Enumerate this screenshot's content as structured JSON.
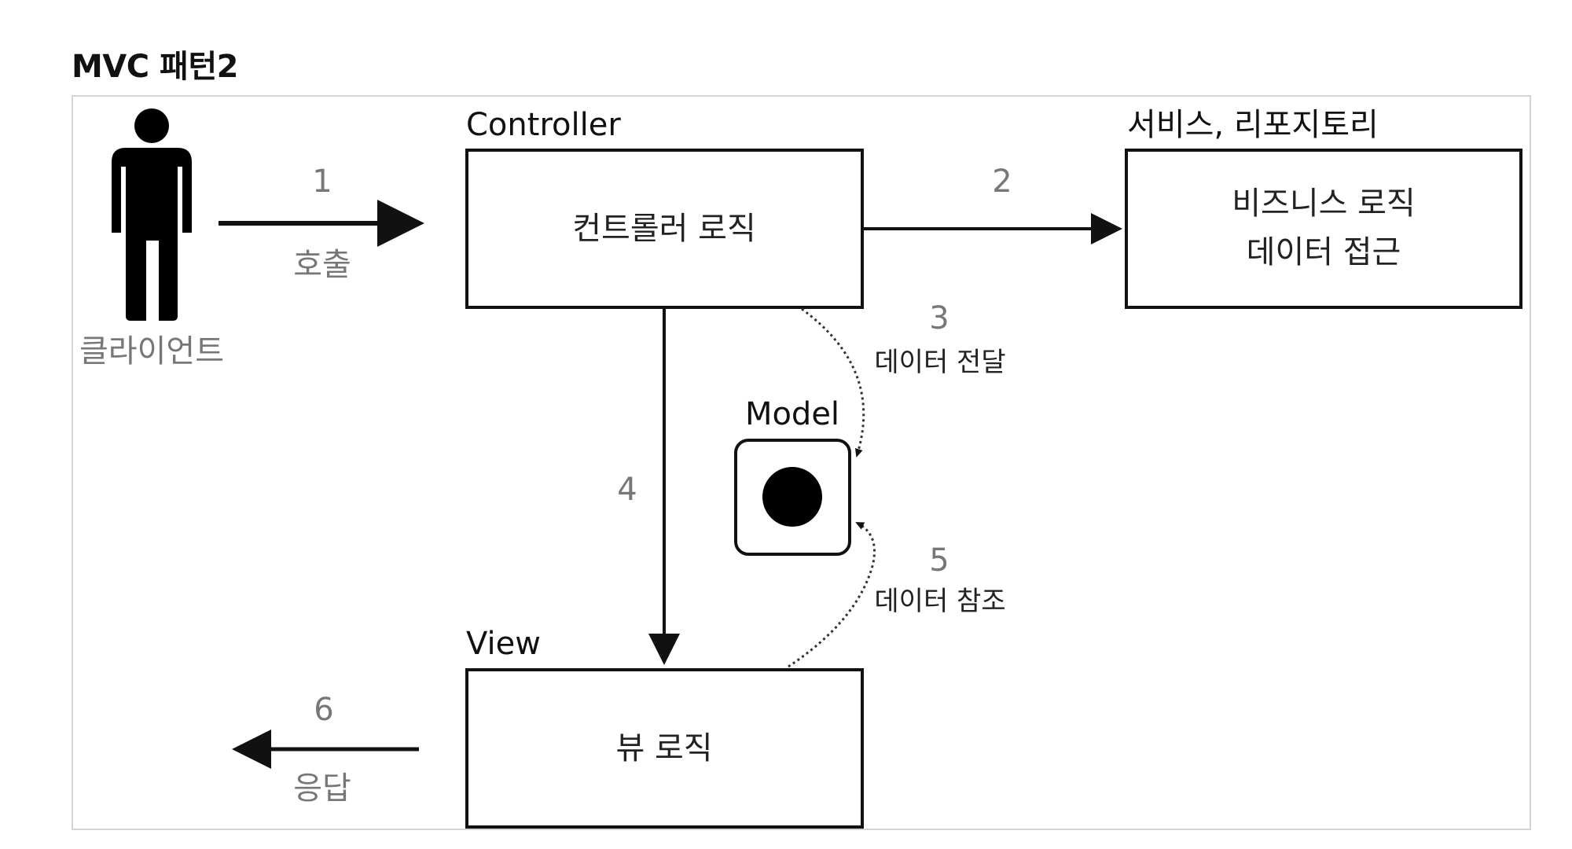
{
  "title": "MVC 패턴2",
  "client": {
    "label": "클라이언트"
  },
  "controller": {
    "label": "Controller",
    "text": "컨트롤러 로직"
  },
  "service": {
    "label": "서비스, 리포지토리",
    "line1": "비즈니스 로직",
    "line2": "데이터 접근"
  },
  "model": {
    "label": "Model"
  },
  "view": {
    "label": "View",
    "text": "뷰 로직"
  },
  "steps": {
    "s1": {
      "num": "1",
      "text": "호출"
    },
    "s2": {
      "num": "2"
    },
    "s3": {
      "num": "3",
      "text": "데이터 전달"
    },
    "s4": {
      "num": "4"
    },
    "s5": {
      "num": "5",
      "text": "데이터 참조"
    },
    "s6": {
      "num": "6",
      "text": "응답"
    }
  }
}
